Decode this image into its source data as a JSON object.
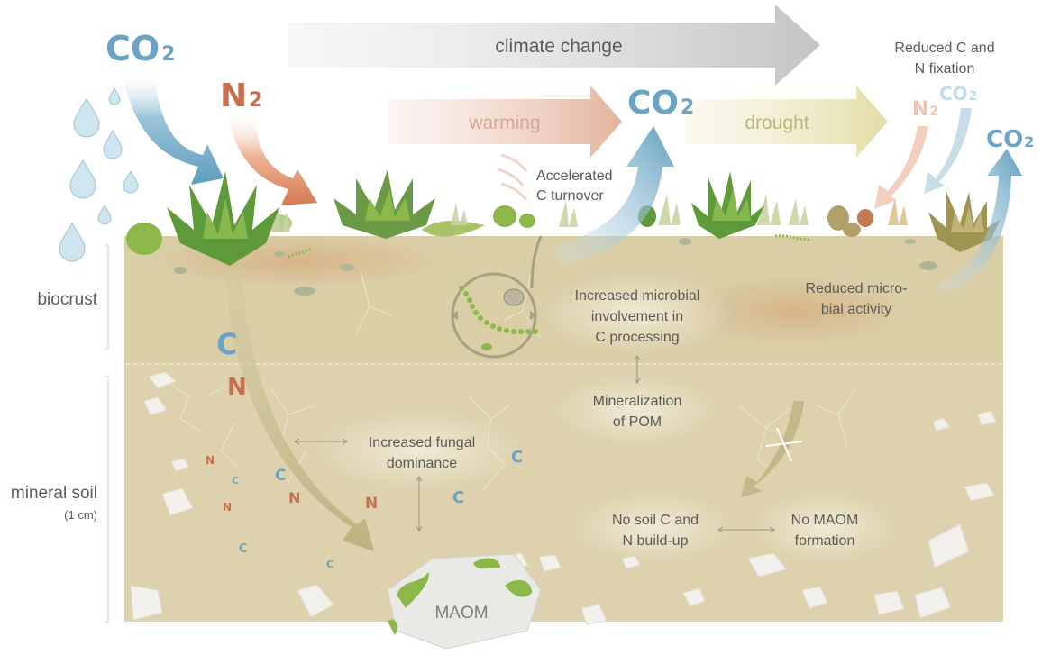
{
  "colors": {
    "co2_blue": "#6aa3c3",
    "n2_orange": "#c8704d",
    "soil": "#ddd2ad",
    "soil_dark": "#cfc29a",
    "plant_green": "#5f9a3a",
    "moss_green": "#8cb84a",
    "text": "#5b5b56",
    "arrow_grey": "#c9c9c9",
    "arrow_olive": "#b9b187"
  },
  "labels": {
    "co2_main": "CO",
    "co2_sub": "2",
    "n2_main": "N",
    "n2_sub": "2",
    "co2_center_main": "CO",
    "co2_center_sub": "2",
    "co2_faded_main": "CO",
    "co2_faded_sub": "2",
    "n2_faded_main": "N",
    "n2_faded_sub": "2",
    "co2_right_main": "CO",
    "co2_right_sub": "2",
    "climate_change": "climate change",
    "warming": "warming",
    "drought": "drought",
    "reduced_fixation_line1": "Reduced C and",
    "reduced_fixation_line2": "N fixation",
    "accelerated_line1": "Accelerated",
    "accelerated_line2": "C turnover",
    "microbial_line1": "Increased microbial",
    "microbial_line2": "involvement in",
    "microbial_line3": "C processing",
    "reduced_activity_line1": "Reduced micro-",
    "reduced_activity_line2": "bial activity",
    "mineralization_line1": "Mineralization",
    "mineralization_line2": "of POM",
    "fungal_line1": "Increased fungal",
    "fungal_line2": "dominance",
    "no_buildup_line1": "No soil C and",
    "no_buildup_line2": "N build-up",
    "no_maom_line1": "No MAOM",
    "no_maom_line2": "formation",
    "maom": "MAOM",
    "biocrust": "biocrust",
    "mineral_soil": "mineral soil",
    "depth": "(1 cm)",
    "big_c": "C",
    "big_n": "N",
    "small_c": "C",
    "small_n": "N"
  },
  "icons": {
    "raindrop": "raindrop-icon",
    "plant": "succulent-plant-icon",
    "moss": "moss-icon",
    "microbe": "microbe-icon",
    "rock": "rock-icon",
    "blocked": "cross-icon"
  }
}
